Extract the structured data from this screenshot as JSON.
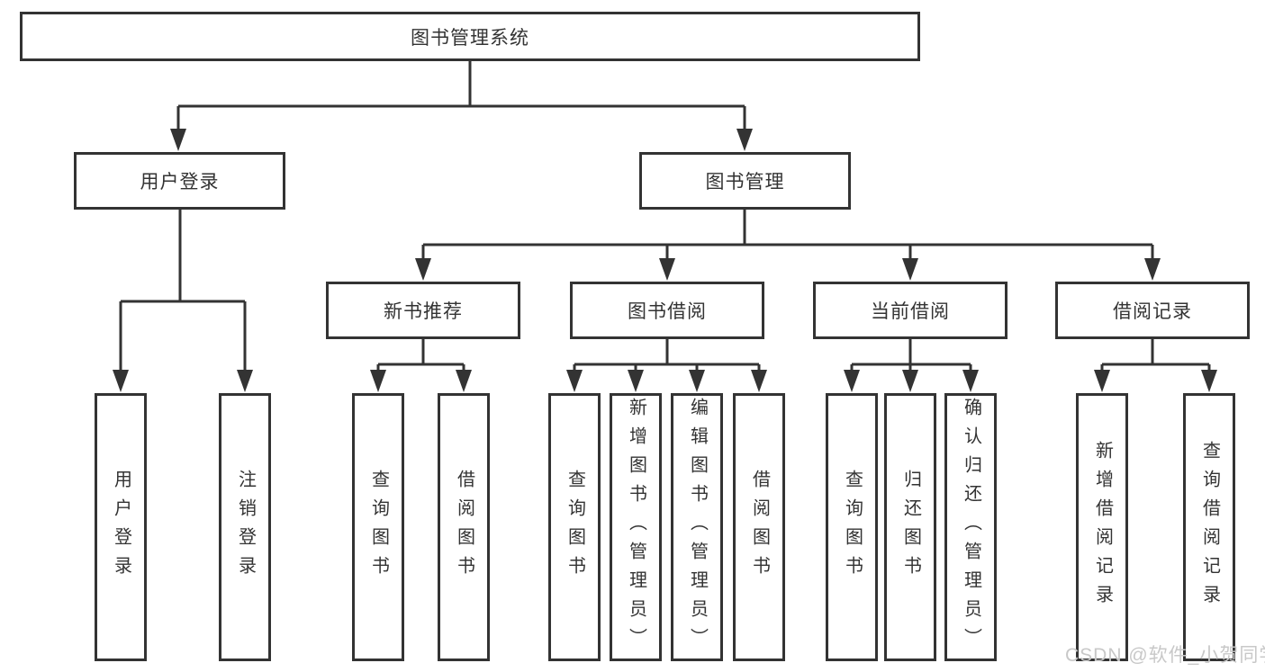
{
  "watermark": "CSDN @软件_小贺同学",
  "colors": {
    "line": "#333333",
    "text": "#333333",
    "box_fill": "#ffffff",
    "watermark": "#c8c8c8"
  },
  "tree": {
    "label": "图书管理系统",
    "children": [
      {
        "label": "用户登录",
        "children": [
          {
            "label": "用户登录"
          },
          {
            "label": "注销登录"
          }
        ]
      },
      {
        "label": "图书管理",
        "children": [
          {
            "label": "新书推荐",
            "children": [
              {
                "label": "查询图书"
              },
              {
                "label": "借阅图书"
              }
            ]
          },
          {
            "label": "图书借阅",
            "children": [
              {
                "label": "查询图书"
              },
              {
                "label": "新增图书（管理员）"
              },
              {
                "label": "编辑图书（管理员）"
              },
              {
                "label": "借阅图书"
              }
            ]
          },
          {
            "label": "当前借阅",
            "children": [
              {
                "label": "查询图书"
              },
              {
                "label": "归还图书"
              },
              {
                "label": "确认归还（管理员）"
              }
            ]
          },
          {
            "label": "借阅记录",
            "children": [
              {
                "label": "新增借阅记录"
              },
              {
                "label": "查询借阅记录"
              }
            ]
          }
        ]
      }
    ]
  }
}
